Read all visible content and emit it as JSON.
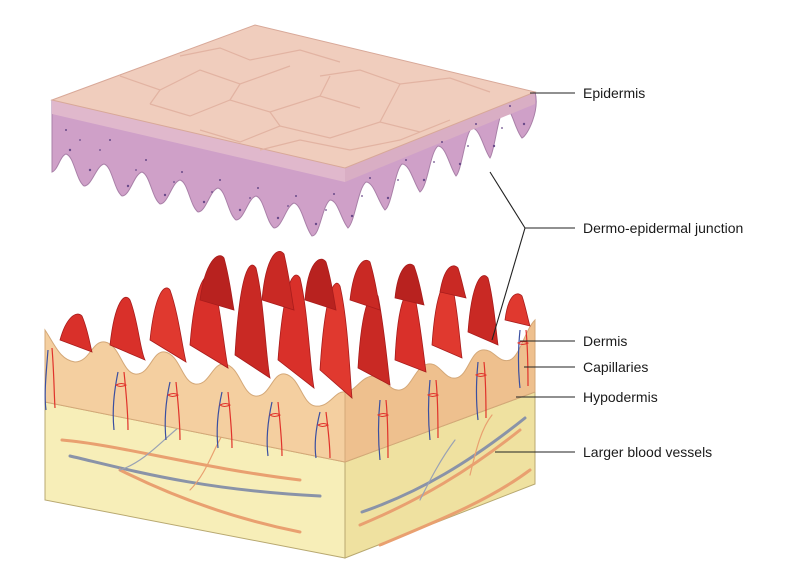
{
  "labels": {
    "epidermis": "Epidermis",
    "junction": "Dermo-epidermal junction",
    "dermis": "Dermis",
    "capillaries": "Capillaries",
    "hypodermis": "Hypodermis",
    "vessels": "Larger blood vessels"
  },
  "colors": {
    "epidermis_top": "#f0cdbd",
    "epidermis_side": "#cfa0c8",
    "epidermis_dots": "#6a4a8a",
    "dermis_red": "#d9302a",
    "dermis_dark": "#b01e1e",
    "dermis_tan": "#f4cfa0",
    "hypodermis": "#f7eeb8",
    "artery": "#e0322b",
    "vein": "#3a4fa0",
    "vessel_orange": "#e9a070",
    "vessel_gray": "#8a93a8"
  }
}
